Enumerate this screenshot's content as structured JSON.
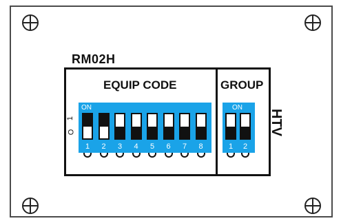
{
  "module_label": "RM02H",
  "equip_code": {
    "title": "EQUIP CODE",
    "on_label": "ON",
    "switches": [
      {
        "number": "1",
        "position": "on"
      },
      {
        "number": "2",
        "position": "on"
      },
      {
        "number": "3",
        "position": "off"
      },
      {
        "number": "4",
        "position": "off"
      },
      {
        "number": "5",
        "position": "off"
      },
      {
        "number": "6",
        "position": "off"
      },
      {
        "number": "7",
        "position": "off"
      },
      {
        "number": "8",
        "position": "off"
      }
    ]
  },
  "group": {
    "title": "GROUP",
    "on_label": "ON",
    "switches": [
      {
        "number": "1",
        "position": "off"
      },
      {
        "number": "2",
        "position": "off"
      }
    ]
  },
  "side_text": "HTV",
  "side_marks": [
    "1",
    "O"
  ],
  "colors": {
    "dip_body": "#1aa3e8",
    "outline": "#111111",
    "panel_border": "#4a4a4a"
  }
}
